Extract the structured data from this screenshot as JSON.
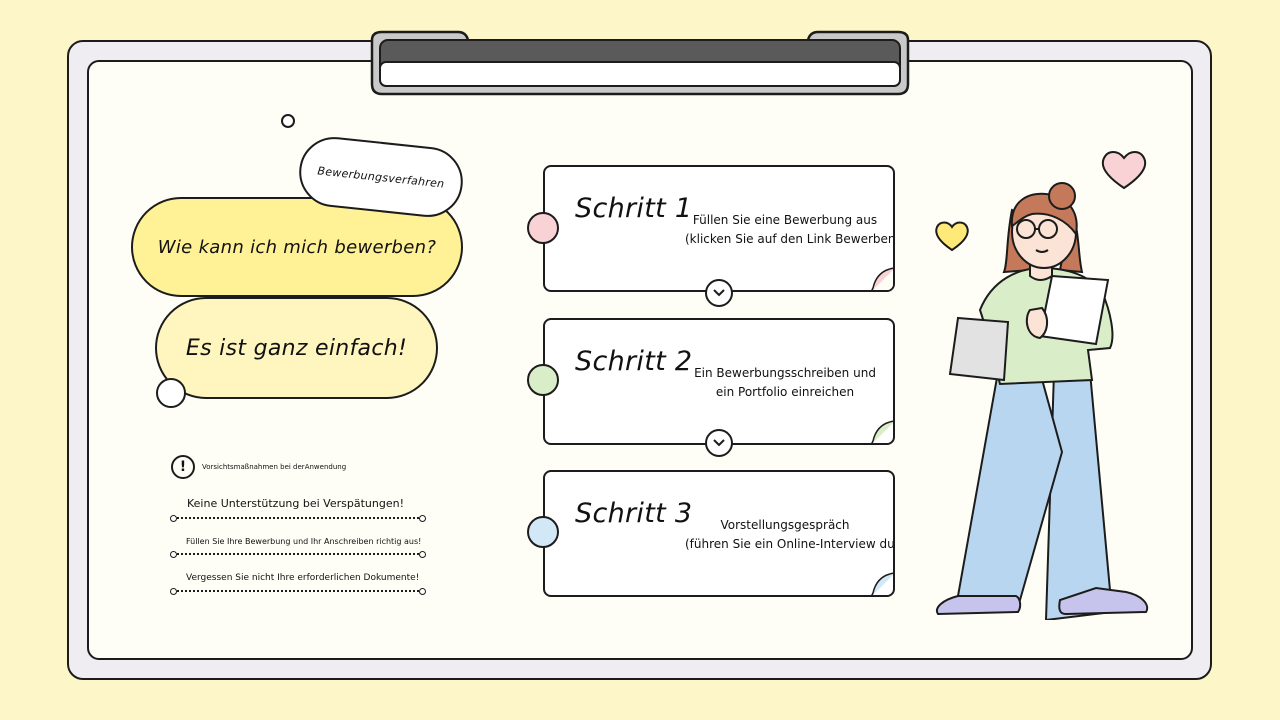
{
  "hero": {
    "tag": "Bewerbungsverfahren",
    "question": "Wie kann ich mich bewerben?",
    "answer": "Es ist ganz einfach!"
  },
  "precautions": {
    "title": "Vorsichtsmaßnahmen bei derAnwendung",
    "items": [
      "Keine Unterstützung bei Verspätungen!",
      "Füllen Sie Ihre Bewerbung und Ihr Anschreiben richtig aus!",
      "Vergessen Sie nicht Ihre erforderlichen Dokumente!"
    ]
  },
  "steps": [
    {
      "title": "Schritt 1",
      "line1": "Füllen Sie eine Bewerbung aus",
      "line2": "(klicken Sie auf den Link Bewerben)",
      "dot_color": "#F9D2D5",
      "corner_color": "#F9D2D5"
    },
    {
      "title": "Schritt 2",
      "line1": "Ein Bewerbungsschreiben und",
      "line2": "ein Portfolio einreichen",
      "dot_color": "#D9EDC9",
      "corner_color": "#D9EDC9"
    },
    {
      "title": "Schritt 3",
      "line1": "Vorstellungsgespräch",
      "line2": "(führen Sie ein Online-Interview durch)",
      "dot_color": "#D3E8F7",
      "corner_color": "#D3E8F7"
    }
  ],
  "colors": {
    "background": "#FDF6C8",
    "bubble_yellow": "#FFF196",
    "bubble_cream": "#FFF5BE"
  },
  "icons": [
    "exclamation-icon",
    "chevron-down-icon",
    "heart-icon",
    "clipboard-clip-icon"
  ]
}
